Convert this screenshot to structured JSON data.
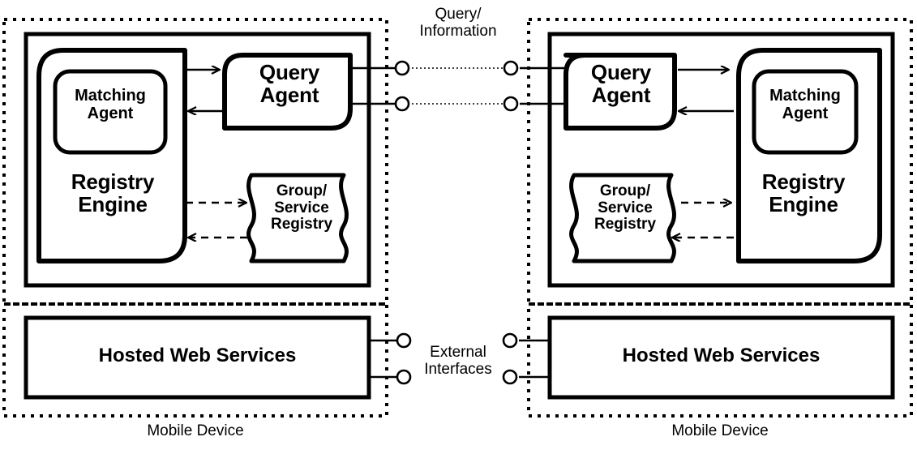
{
  "diagram": {
    "title": "Two mobile devices with registry engines exchanging query/information via external interfaces",
    "stroke_color": "#000000",
    "fill_color": "#ffffff",
    "background": "#ffffff"
  },
  "center_labels": {
    "query_information": "Query/\nInformation",
    "external_interfaces": "External\nInterfaces"
  },
  "devices": [
    {
      "id": "left-device",
      "caption": "Mobile Device",
      "nodes": {
        "registry_engine": "Registry\nEngine",
        "matching_agent": "Matching\nAgent",
        "query_agent": "Query\nAgent",
        "group_service_registry": "Group/\nService\nRegistry",
        "hosted_web_services": "Hosted Web Services"
      }
    },
    {
      "id": "right-device",
      "caption": "Mobile Device",
      "nodes": {
        "registry_engine": "Registry\nEngine",
        "matching_agent": "Matching\nAgent",
        "query_agent": "Query\nAgent",
        "group_service_registry": "Group/\nService\nRegistry",
        "hosted_web_services": "Hosted Web Services"
      }
    }
  ],
  "connectors": {
    "engine_to_agent": "solid-arrow-right",
    "agent_to_engine": "solid-arrow-left",
    "engine_to_registry": "dashed-arrow-right",
    "registry_to_engine": "dashed-arrow-left",
    "interface_link": "dotted-line",
    "port_marker": "circle-port"
  }
}
